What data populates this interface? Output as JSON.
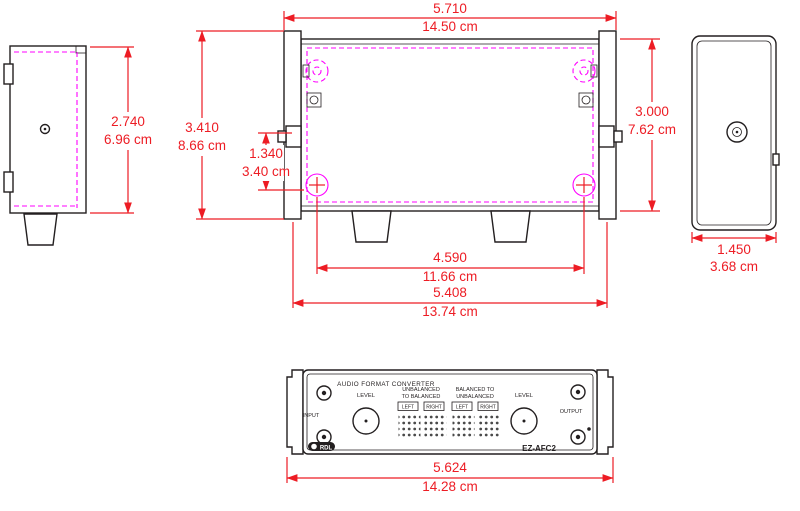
{
  "drawing": {
    "dims": {
      "top_width": {
        "in": "5.710",
        "cm": "14.50 cm"
      },
      "side_height": {
        "in": "2.740",
        "cm": "6.96 cm"
      },
      "overall_height": {
        "in": "3.410",
        "cm": "8.66 cm"
      },
      "latch_offset": {
        "in": "1.340",
        "cm": "3.40 cm"
      },
      "body_height": {
        "in": "3.000",
        "cm": "7.62 cm"
      },
      "end_depth": {
        "in": "1.450",
        "cm": "3.68 cm"
      },
      "foot_spacing": {
        "in": "4.590",
        "cm": "11.66 cm"
      },
      "chassis_width": {
        "in": "5.408",
        "cm": "13.74 cm"
      },
      "front_panel_width": {
        "in": "5.624",
        "cm": "14.28 cm"
      }
    },
    "front_panel": {
      "title": "AUDIO FORMAT CONVERTER",
      "input_label": "INPUT",
      "output_label": "OUTPUT",
      "level_label": "LEVEL",
      "unbalanced_to_balanced_line1": "UNBALANCED",
      "unbalanced_to_balanced_line2": "TO BALANCED",
      "balanced_to_unbalanced_line1": "BALANCED TO",
      "balanced_to_unbalanced_line2": "UNBALANCED",
      "left_label": "LEFT",
      "right_label": "RIGHT",
      "brand": "RDL",
      "model": "EZ-AFC2"
    },
    "colors": {
      "dimension_red": "#ed1c24",
      "hidden_magenta": "#ff00ff",
      "line_black": "#231f20"
    }
  }
}
